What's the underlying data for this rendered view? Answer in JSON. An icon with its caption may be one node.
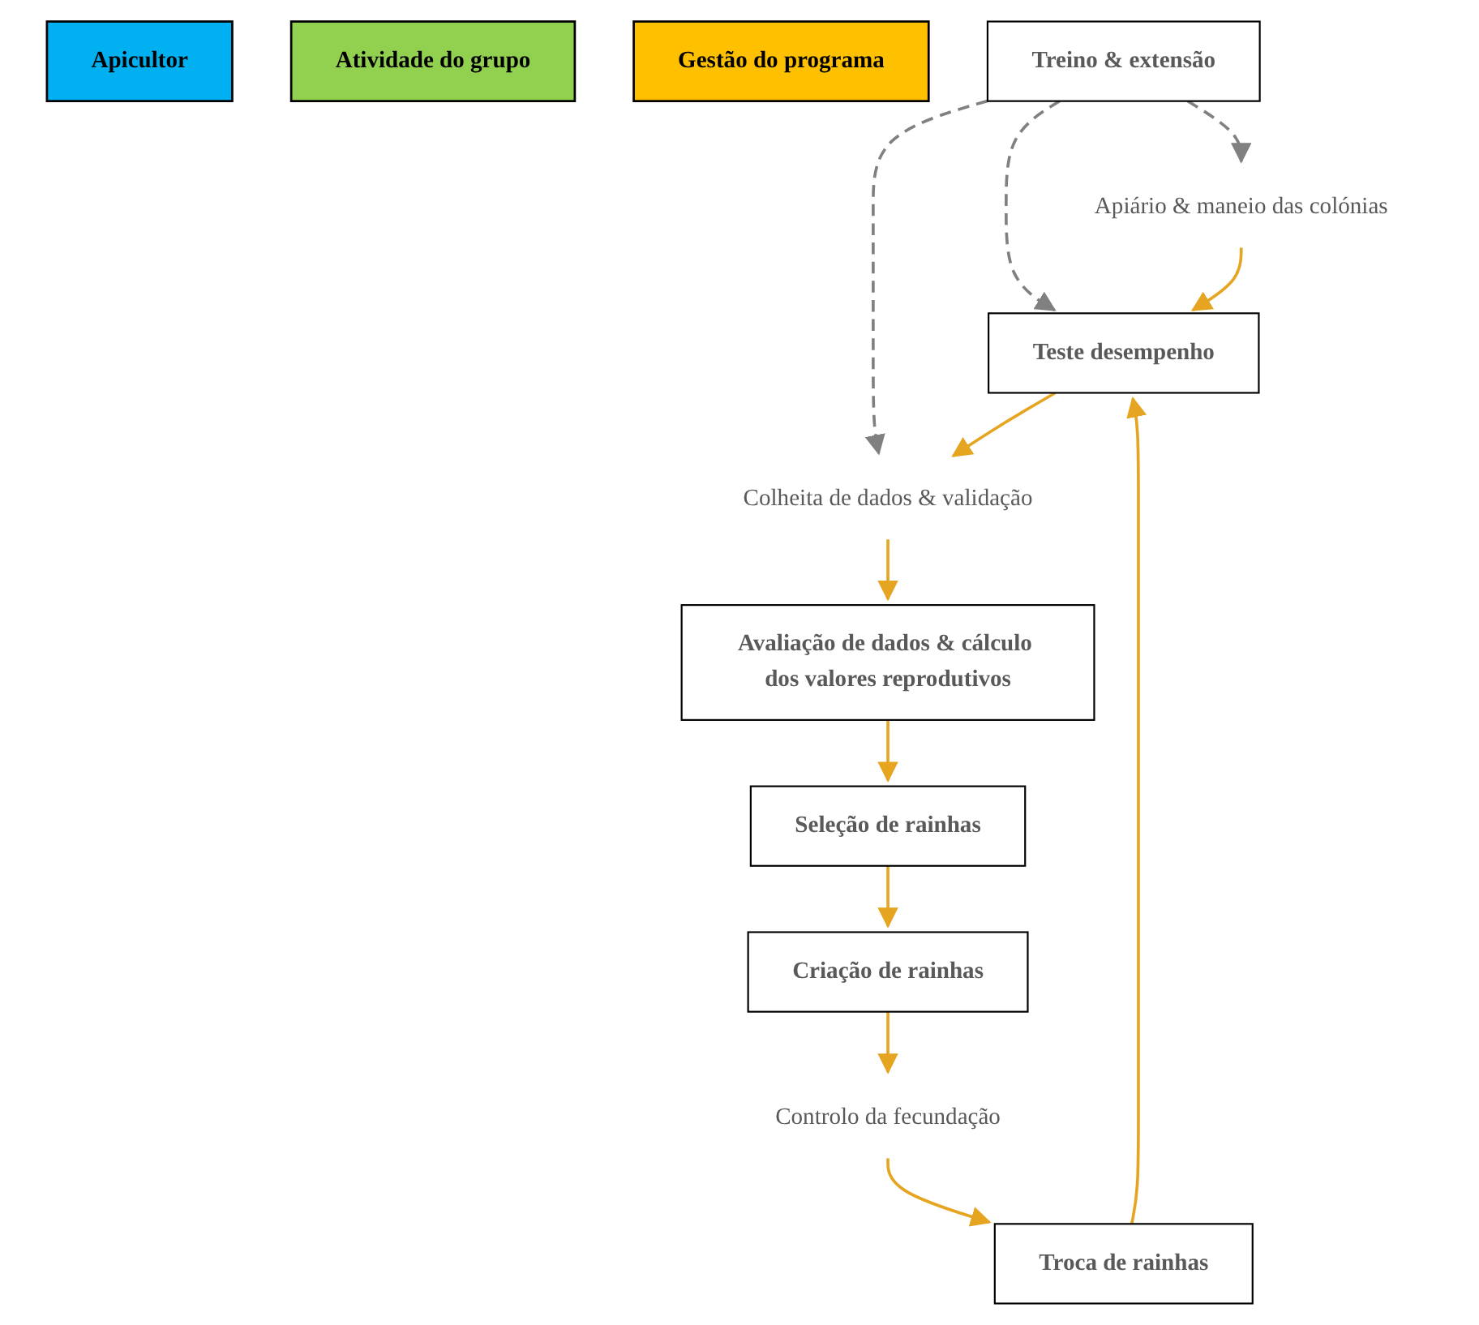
{
  "diagram": {
    "nodes": [
      {
        "text": [
          "Apicultor"
        ]
      },
      {
        "text": [
          "Atividade do grupo"
        ]
      },
      {
        "text": [
          "Gestão do programa"
        ]
      },
      {
        "text": [
          "Apiário & maneio das colónias"
        ]
      },
      {
        "text": [
          "Treino & extensão"
        ]
      },
      {
        "text": [
          "Teste desempenho"
        ]
      },
      {
        "text": [
          "Colheita de dados & validação"
        ]
      },
      {
        "text": [
          "Avaliação de dados & cálculo dos valores reprodutivos"
        ]
      },
      {
        "text": [
          "Seleção de rainhas"
        ]
      },
      {
        "text": [
          "Criação de rainhas"
        ]
      },
      {
        "text": [
          "Controlo da fecundação"
        ]
      },
      {
        "text": [
          "Troca de rainhas"
        ]
      }
    ],
    "edges": [
      {
        "from": 4,
        "to": 3,
        "arrow": "to",
        "style": "dashed",
        "color": "#808080"
      },
      {
        "from": 4,
        "to": 5,
        "arrow": "to",
        "style": "dashed",
        "color": "#808080"
      },
      {
        "from": 4,
        "to": 6,
        "arrow": "to",
        "style": "dashed",
        "color": "#808080"
      },
      {
        "from": 3,
        "to": 5,
        "arrow": "to"
      },
      {
        "from": 5,
        "to": 6,
        "arrow": "to"
      },
      {
        "from": 6,
        "to": 7,
        "arrow": "to"
      },
      {
        "from": 7,
        "to": 8,
        "arrow": "to"
      },
      {
        "from": 8,
        "to": 9,
        "arrow": "to"
      },
      {
        "from": 9,
        "to": 10,
        "arrow": "to"
      },
      {
        "from": 10,
        "to": 11,
        "arrow": "to"
      },
      {
        "from": 11,
        "to": 5,
        "arrow": "to"
      }
    ]
  }
}
